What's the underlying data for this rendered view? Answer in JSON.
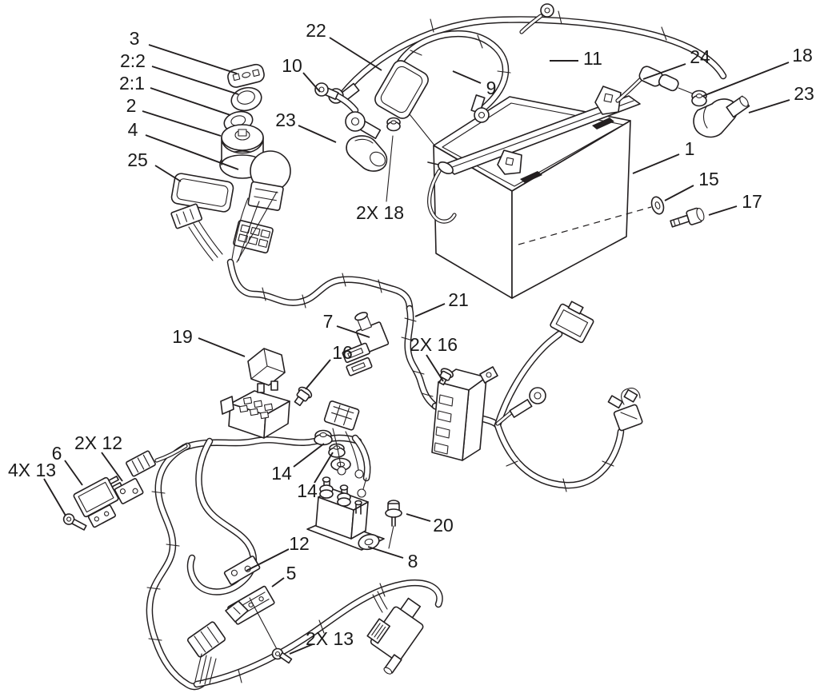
{
  "figure": {
    "background_color": "#ffffff",
    "line_color": "#231f20",
    "kind": "exploded-parts-diagram",
    "subject": "battery and wire harness electrical assembly"
  },
  "callouts": [
    {
      "text": "3"
    },
    {
      "text": "2:2"
    },
    {
      "text": "2:1"
    },
    {
      "text": "2"
    },
    {
      "text": "4"
    },
    {
      "text": "25"
    },
    {
      "text": "22"
    },
    {
      "text": "10"
    },
    {
      "text": "23"
    },
    {
      "text": "9"
    },
    {
      "text": "11"
    },
    {
      "text": "24"
    },
    {
      "text": "18"
    },
    {
      "text": "23"
    },
    {
      "text": "1"
    },
    {
      "text": "15"
    },
    {
      "text": "17"
    },
    {
      "text": "2X 18"
    },
    {
      "text": "21"
    },
    {
      "text": "7"
    },
    {
      "text": "16"
    },
    {
      "text": "2X 16"
    },
    {
      "text": "19"
    },
    {
      "text": "4X 13"
    },
    {
      "text": "6"
    },
    {
      "text": "2X 12"
    },
    {
      "text": "14"
    },
    {
      "text": "14"
    },
    {
      "text": "12"
    },
    {
      "text": "5"
    },
    {
      "text": "20"
    },
    {
      "text": "8"
    },
    {
      "text": "2X 13"
    }
  ]
}
